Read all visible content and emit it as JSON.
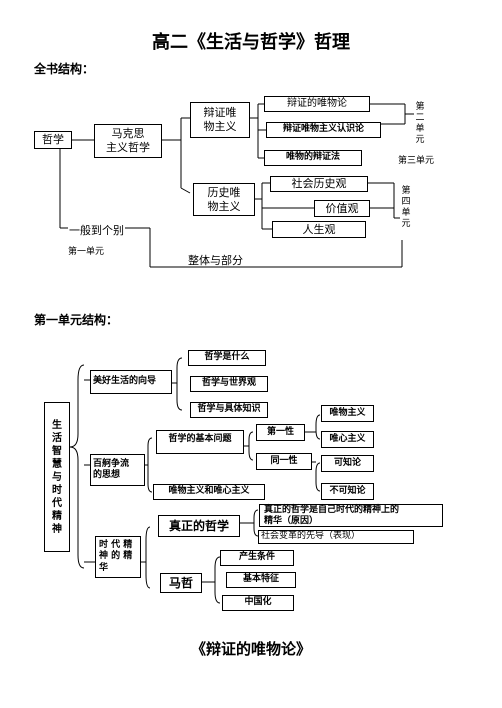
{
  "title": "高二《生活与哲学》哲理",
  "section1": {
    "heading": "全书结构：",
    "philosophy": "哲学",
    "marxist": [
      "马克思",
      "主义哲学"
    ],
    "dialectical_materialism": [
      "辩证唯",
      "物主义"
    ],
    "dialectical_materialist_view": "辩证的唯物论",
    "epistemology": "辩证唯物主义认识论",
    "dialectics": "唯物的辩证法",
    "historical_materialism": [
      "历史唯",
      "物主义"
    ],
    "social_history": "社会历史观",
    "values": "价值观",
    "life_view": "人生观",
    "general_specific": "一般到个别",
    "unit1": "第一单元",
    "whole_part": "整体与部分",
    "unit2": "第二单元",
    "unit3": "第三单元",
    "unit4": "第四单元"
  },
  "section2": {
    "heading": "第一单元结构：",
    "root": "生活智慧与时代精神",
    "guide": "美好生活的向导",
    "what_is": "哲学是什么",
    "worldview": "哲学与世界观",
    "specific_knowledge": "哲学与具体知识",
    "contending": [
      "百舸争流",
      "的思想"
    ],
    "basic_question": "哲学的基本问题",
    "first": "第一性",
    "identity": "同一性",
    "materialism": "唯物主义",
    "idealism": "唯心主义",
    "knowable": "可知论",
    "unknowable": "不可知论",
    "mat_vs_ideal": "唯物主义和唯心主义",
    "essence": [
      "时 代 精",
      "神 的 精",
      "华"
    ],
    "true_philosophy": "真正的哲学",
    "essence_reason": [
      "真正的哲学是自己时代的精神上的",
      "精华（原因）"
    ],
    "pioneer": "社会变革的先导（表现）",
    "marxism_short": "马哲",
    "conditions": "产生条件",
    "features": "基本特征",
    "sinicization": "中国化"
  },
  "footer_title": "《辩证的唯物论》"
}
